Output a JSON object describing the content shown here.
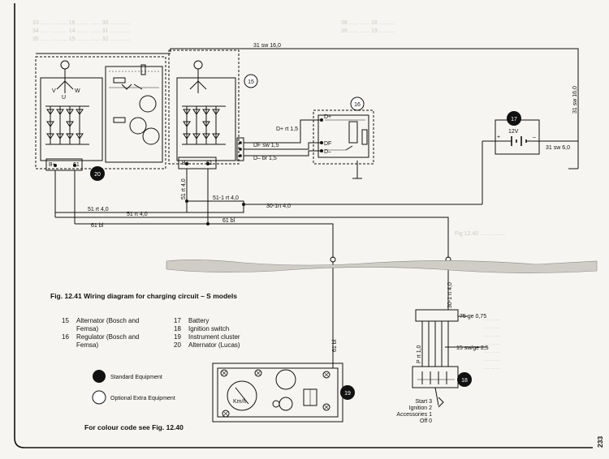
{
  "figure": {
    "title": "Fig. 12.41 Wiring diagram for charging circuit – S models",
    "colour_note": "For colour code see Fig. 12.40",
    "page_number": "233"
  },
  "legend_items": [
    {
      "num": "15",
      "text": "Alternator (Bosch and"
    },
    {
      "num": "",
      "text": "Femsa)"
    },
    {
      "num": "16",
      "text": "Regulator (Bosch and"
    },
    {
      "num": "",
      "text": "Femsa)"
    },
    {
      "num": "17",
      "text": "Battery"
    },
    {
      "num": "18",
      "text": "Ignition switch"
    },
    {
      "num": "19",
      "text": "Instrument cluster"
    },
    {
      "num": "20",
      "text": "Alternator (Lucas)"
    }
  ],
  "equipment_key": {
    "standard": "Standard Equipment",
    "optional": "Optional Extra Equipment"
  },
  "component_markers": {
    "c15": "15",
    "c16": "16",
    "c17": "17",
    "c18": "18",
    "c19": "19",
    "c20": "20"
  },
  "wire_labels": {
    "w_31sw16_top": "31 sw 16,0",
    "w_31sw16_side": "31 sw 16,0",
    "w_dplus": "D+ rt 1,5",
    "w_df": "DF sw 1,5",
    "w_dminus": "D– br 1,5",
    "w_31sw6": "31 sw 6,0",
    "w_51rt4_v": "51 rt 4,0",
    "w_51_1": "51-1 rt 4,0",
    "w_30_1": "30-1rt 4,0",
    "w_51rt4_a": "51 rt 4,0",
    "w_51rt4_b": "51 rt 4,0",
    "w_61bl_a": "61 bl",
    "w_61bl_b": "61 bl",
    "w_61bl_v": "61 bl",
    "w_30_1_v": "30-1 rt 4,0",
    "w_75": "75 ge 0,75",
    "w_15": "15 sw/ge 2,5",
    "w_prt": "P rt 1,0",
    "w_12v": "12V",
    "w_bplus_l": "B+",
    "w_61_l": "61",
    "w_bplus_r": "B+",
    "w_61_r": "61",
    "w_dplus_t": "D+",
    "w_df_t": "DF",
    "w_dminus_t": "D–",
    "w_kmh": "Km/h",
    "w_plus": "+",
    "w_minus": "–",
    "w_u": "U",
    "w_v": "V",
    "w_w": "W"
  },
  "switch_positions": [
    "Start 3",
    "Ignition 2",
    "Accessories 1",
    "Off 0"
  ]
}
